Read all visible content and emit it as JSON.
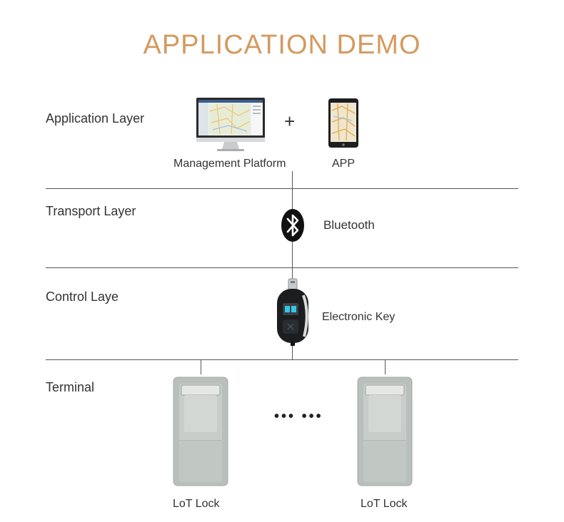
{
  "title": "APPLICATION DEMO",
  "layers": {
    "application": "Application Layer",
    "transport": "Transport Layer",
    "control": "Control Laye",
    "terminal": "Terminal"
  },
  "nodes": {
    "management_platform": "Management Platform",
    "plus": "+",
    "app": "APP",
    "bluetooth": "Bluetooth",
    "electronic_key": "Electronic Key",
    "ellipsis": "•••  •••",
    "lock_left": "LoT Lock",
    "lock_right": "LoT Lock"
  },
  "colors": {
    "title": "#d49a5f",
    "lines": "#555555",
    "lock_body": "#b9bfbb",
    "bluetooth_badge": "#111111"
  },
  "icons": {
    "monitor": "monitor-icon",
    "tablet": "tablet-icon",
    "bluetooth": "bluetooth-icon",
    "key": "electronic-key-icon",
    "lock": "lock-icon"
  }
}
